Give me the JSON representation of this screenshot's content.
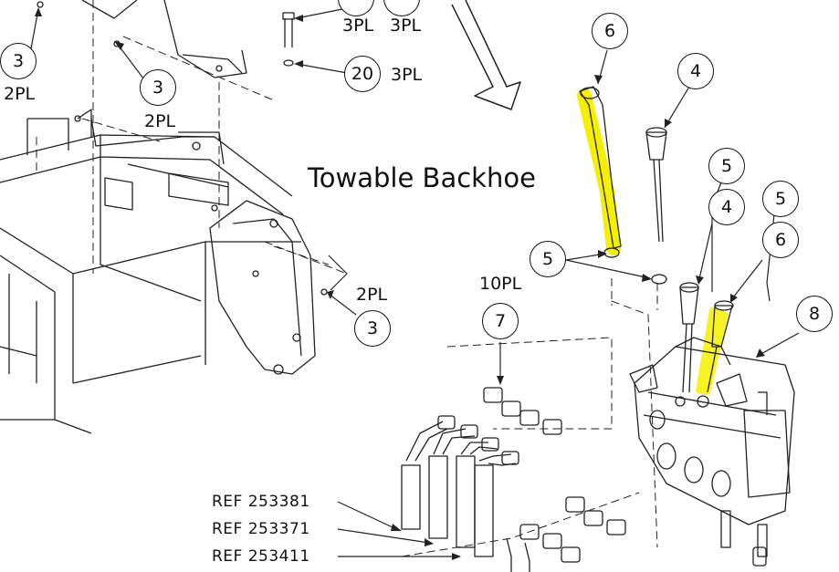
{
  "title": "Towable Backhoe",
  "highlight_color": "#f5f000",
  "callouts": [
    {
      "num": "3"
    },
    {
      "num": "3"
    },
    {
      "num": "3"
    },
    {
      "num": "20"
    },
    {
      "num": "6"
    },
    {
      "num": "4"
    },
    {
      "num": "5"
    },
    {
      "num": "5"
    },
    {
      "num": "4"
    },
    {
      "num": "5"
    },
    {
      "num": "6"
    },
    {
      "num": "8"
    },
    {
      "num": "7"
    }
  ],
  "qty_labels": [
    "2PL",
    "2PL",
    "2PL",
    "3PL",
    "3PL",
    "3PL",
    "10PL"
  ],
  "refs": [
    "REF 253381",
    "REF 253371",
    "REF 253411"
  ]
}
